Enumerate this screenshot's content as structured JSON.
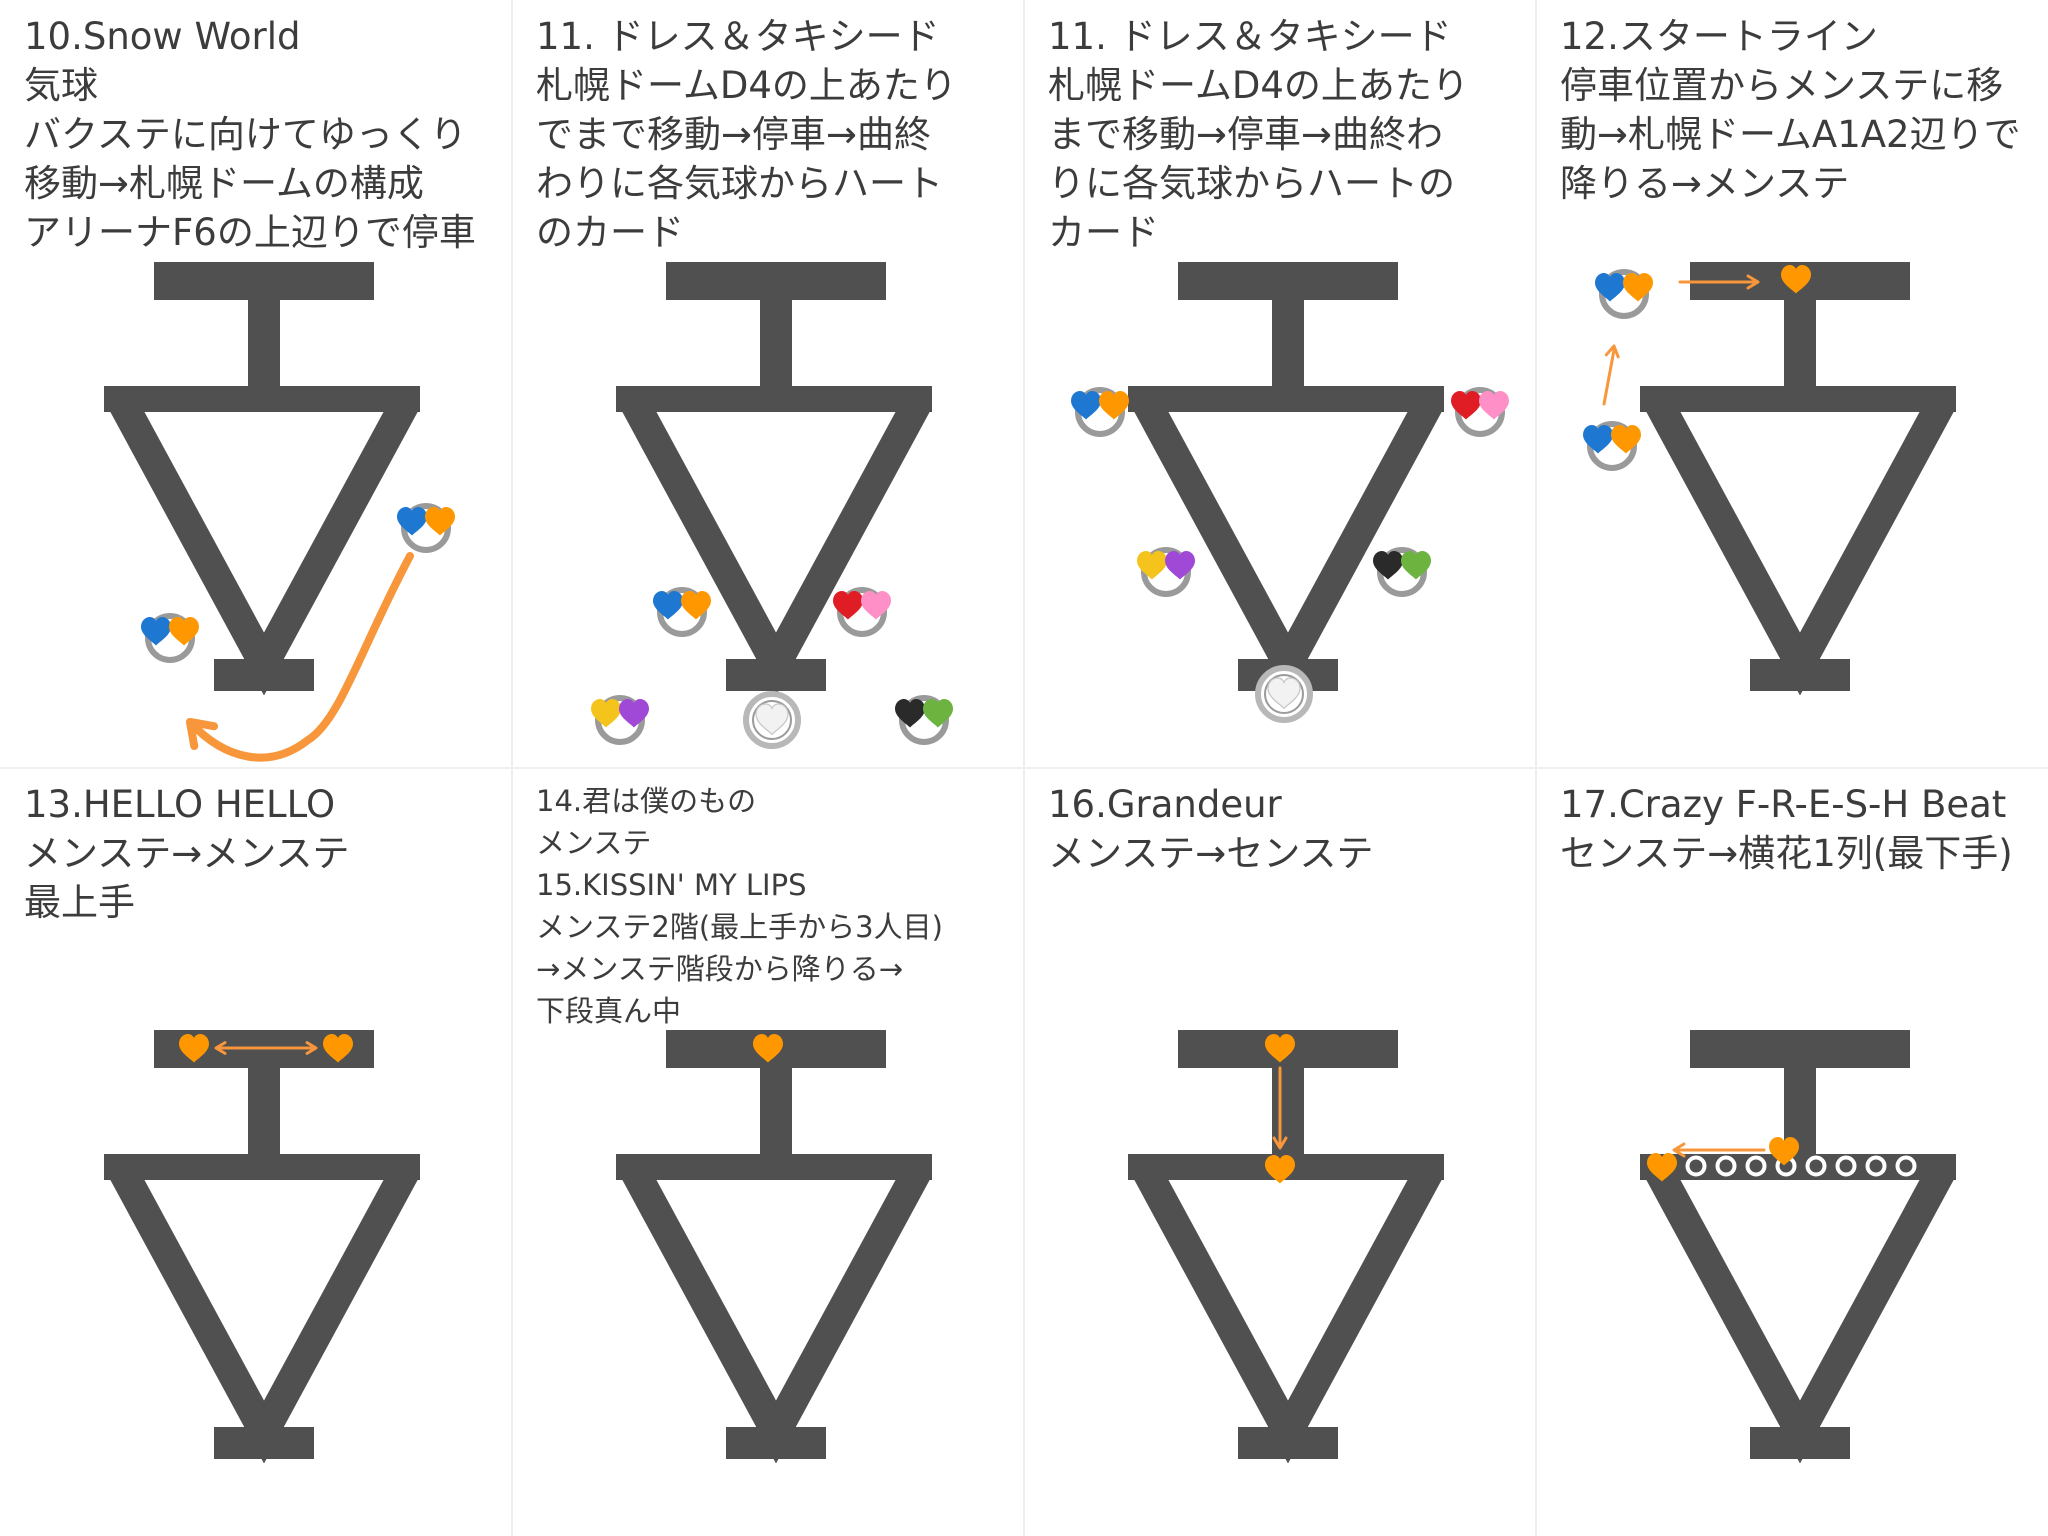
{
  "colors": {
    "stage": "#505050",
    "accent": "#f7963a",
    "balloon_ring": "#9a9a9a",
    "blue": "#1e78d2",
    "orange": "#ff9800",
    "red": "#e01c24",
    "pink": "#ff8fc7",
    "yellow": "#f4c41c",
    "purple": "#a049d6",
    "black": "#2a2a2a",
    "green": "#6cb33f",
    "white_heart": "#f2f2f2"
  },
  "panels": [
    {
      "id": "p1",
      "caption": [
        "10.Snow World",
        "気球",
        "バクステに向けてゆっくり",
        "移動→札幌ドームの構成",
        "アリーナF6の上辺りで停車"
      ],
      "caption_size": "l"
    },
    {
      "id": "p2",
      "caption": [
        "11. ドレス＆タキシード",
        "札幌ドームD4の上あたり",
        "でまで移動→停車→曲終",
        "わりに各気球からハート",
        "のカード"
      ],
      "caption_size": "l"
    },
    {
      "id": "p3",
      "caption": [
        "11. ドレス＆タキシード",
        "札幌ドームD4の上あたり",
        "まで移動→停車→曲終わ",
        "りに各気球からハートの",
        "カード"
      ],
      "caption_size": "l"
    },
    {
      "id": "p4",
      "caption": [
        "12.スタートライン",
        "停車位置からメンステに移",
        "動→札幌ドームA1A2辺りで",
        "降りる→メンステ"
      ],
      "caption_size": "l"
    },
    {
      "id": "p5",
      "caption": [
        "13.HELLO HELLO",
        "メンステ→メンステ",
        "最上手"
      ],
      "caption_size": "l"
    },
    {
      "id": "p6",
      "caption": [
        "14.君は僕のもの",
        "メンステ",
        "15.KISSIN' MY LIPS",
        "メンステ2階(最上手から3人目)",
        "→メンステ階段から降りる→",
        "下段真ん中"
      ],
      "caption_size": "s"
    },
    {
      "id": "p7",
      "caption": [
        "16.Grandeur",
        "メンステ→センステ"
      ],
      "caption_size": "l"
    },
    {
      "id": "p8",
      "caption": [
        "17.Crazy F-R-E-S-H Beat",
        "センステ→横花1列(最下手)"
      ],
      "caption_size": "l"
    }
  ]
}
